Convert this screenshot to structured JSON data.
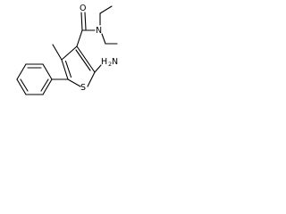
{
  "molecule": {
    "atoms": {
      "oxygen": "O",
      "nitrogen_amide": "N",
      "sulfur": "S",
      "amine_h": "H",
      "amine_sub": "2",
      "amine_n": "N"
    },
    "colors": {
      "bond": "#000000",
      "background": "#ffffff"
    }
  }
}
